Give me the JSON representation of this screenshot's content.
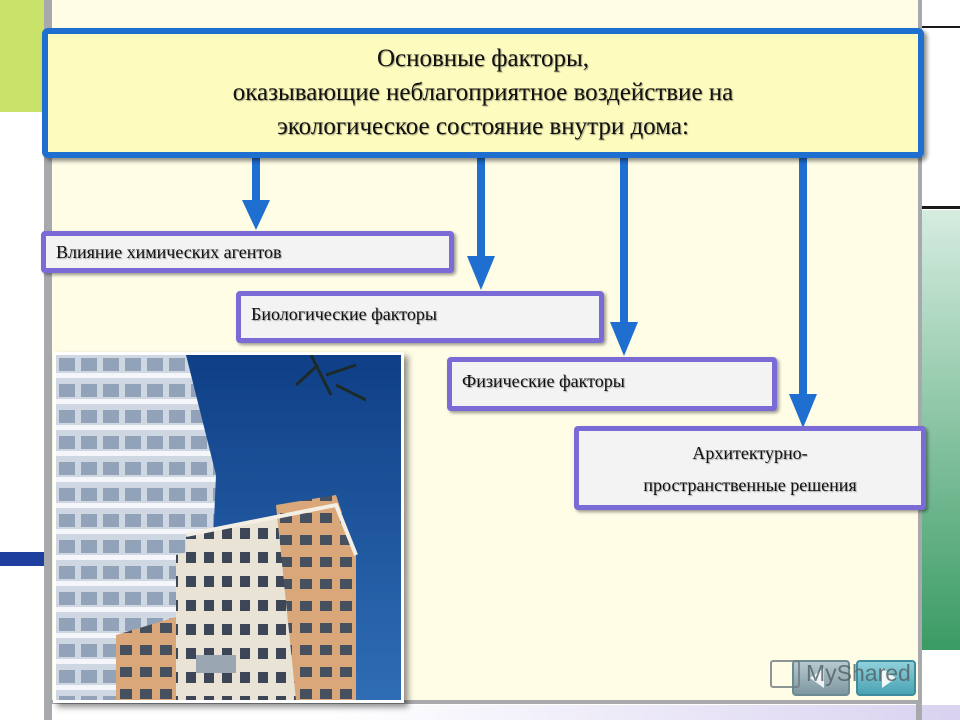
{
  "title": {
    "line1": "Основные факторы,",
    "line2": "оказывающие неблагоприятное воздействие на",
    "line3": "экологическое состояние внутри дома:"
  },
  "factors": [
    {
      "label": "Влияние химических агентов"
    },
    {
      "label": "Биологические факторы"
    },
    {
      "label": "Физические факторы"
    },
    {
      "label_line1": "Архитектурно-",
      "label_line2": "пространственные решения"
    }
  ],
  "watermark": "MyShared",
  "colors": {
    "title_border": "#1f6fd1",
    "title_fill": "#fdfbbd",
    "factor_border": "#7a6bd6",
    "arrow": "#1f6fd1",
    "slide_background": "#fffde6",
    "accent_green": "#3a9b64",
    "accent_lime": "#c8e26a"
  },
  "icons": [
    "prev-button",
    "next-button"
  ]
}
